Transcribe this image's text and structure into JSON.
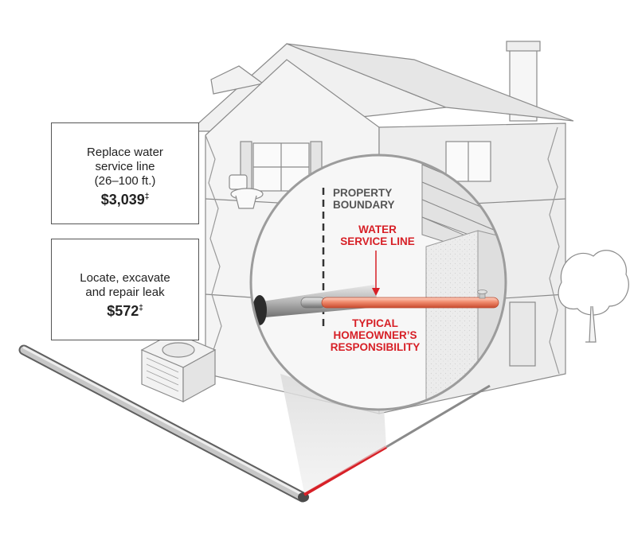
{
  "cost_boxes": [
    {
      "line1": "Replace water",
      "line2": "service line",
      "line3": "(26–100 ft.)",
      "price": "$3,039",
      "mark": "‡"
    },
    {
      "line1": "Locate, excavate",
      "line2": "and repair leak",
      "price": "$572",
      "mark": "‡"
    }
  ],
  "labels": {
    "property_boundary_1": "PROPERTY",
    "property_boundary_2": "BOUNDARY",
    "water_service_1": "WATER",
    "water_service_2": "SERVICE LINE",
    "responsibility_1": "TYPICAL",
    "responsibility_2": "HOMEOWNER’S",
    "responsibility_3": "RESPONSIBILITY"
  },
  "colors": {
    "accent_red": "#d72027",
    "line_grey": "#6b6b6b",
    "pipe_orange": "#f08a6c"
  }
}
